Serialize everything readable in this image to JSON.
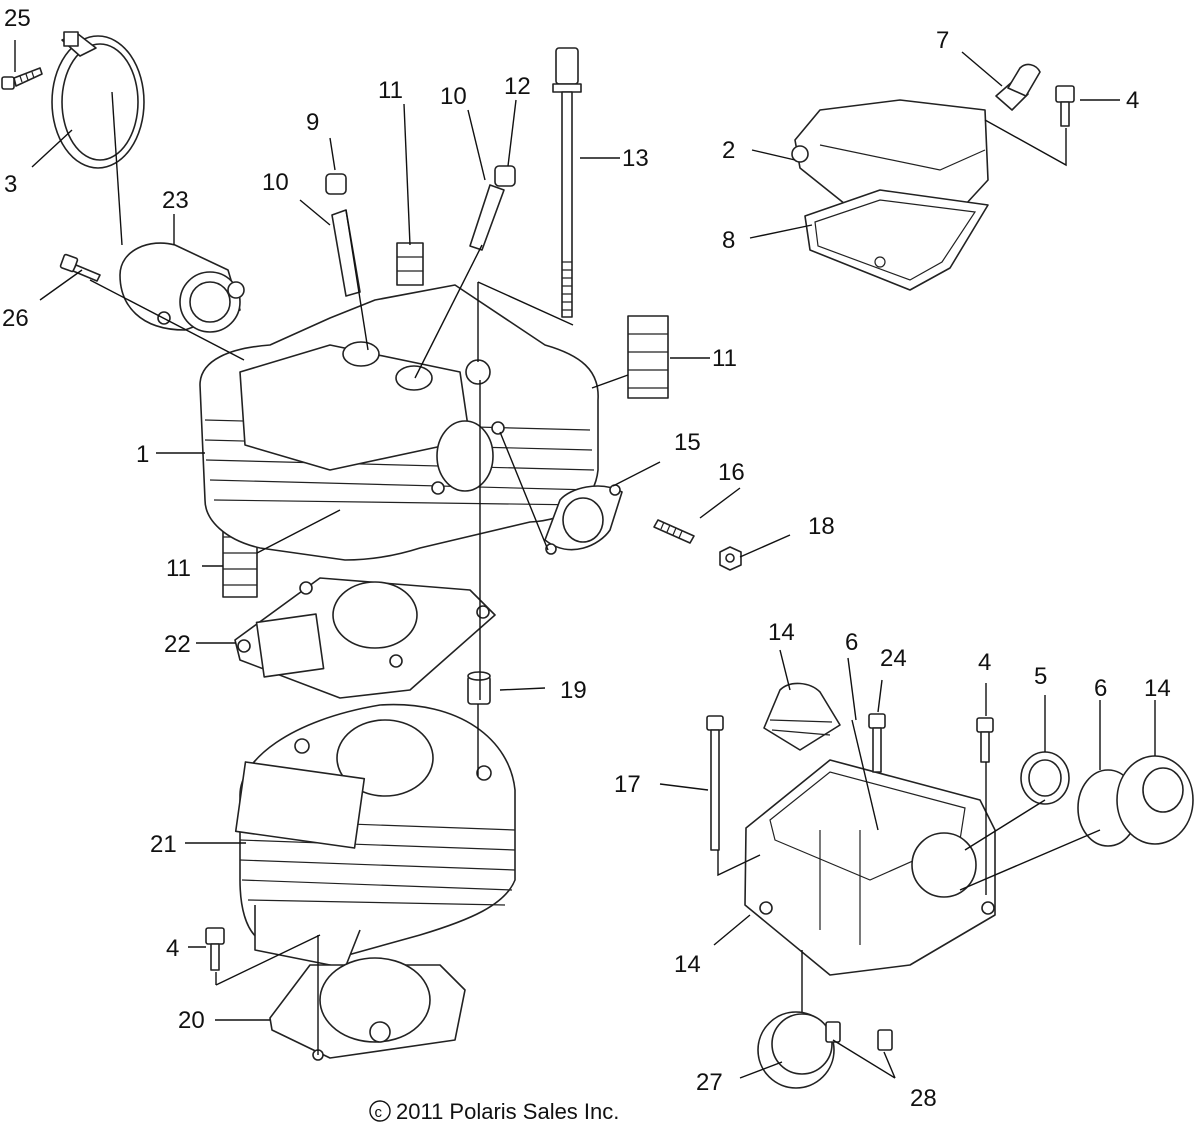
{
  "callouts": {
    "c1": "1",
    "c2": "2",
    "c3": "3",
    "c4a": "4",
    "c4b": "4",
    "c4c": "4",
    "c5": "5",
    "c6a": "6",
    "c6b": "6",
    "c7": "7",
    "c8": "8",
    "c9": "9",
    "c10a": "10",
    "c10b": "10",
    "c11a": "11",
    "c11b": "11",
    "c11c": "11",
    "c12": "12",
    "c13": "13",
    "c14a": "14",
    "c14b": "14",
    "c14c": "14",
    "c15": "15",
    "c16": "16",
    "c17": "17",
    "c18": "18",
    "c19": "19",
    "c20": "20",
    "c21": "21",
    "c22": "22",
    "c23": "23",
    "c24": "24",
    "c25": "25",
    "c26": "26",
    "c27": "27",
    "c28": "28"
  },
  "copyright": "2011 Polaris Sales Inc.",
  "copyright_symbol": "c"
}
